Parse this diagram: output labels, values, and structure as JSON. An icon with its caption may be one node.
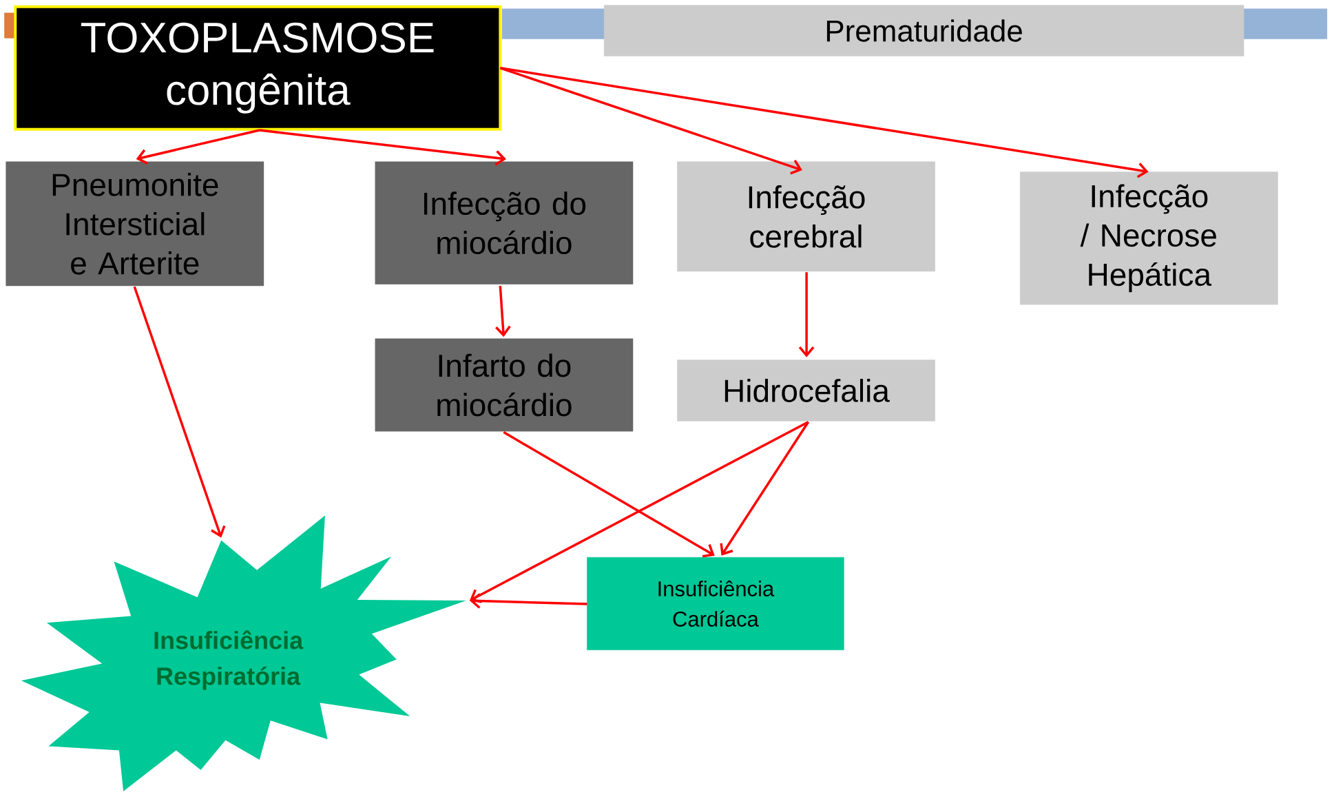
{
  "diagram": {
    "nodes": [
      {
        "text": [
          "TOXOPLASMOSE congênita"
        ]
      },
      {
        "text": [
          "Prematuridade"
        ]
      },
      {
        "text": [
          "Pneumonite Intersticial e Arterite"
        ]
      },
      {
        "text": [
          "Infecção do miocárdio"
        ]
      },
      {
        "text": [
          "Infecção cerebral"
        ]
      },
      {
        "text": [
          "Infecção / Necrose Hepática"
        ]
      },
      {
        "text": [
          "Infarto do miocárdio"
        ]
      },
      {
        "text": [
          "Hidrocefalia"
        ]
      },
      {
        "text": [
          "Insuficiência Respiratória"
        ]
      },
      {
        "text": [
          "Insuficiência Cardíaca"
        ]
      }
    ],
    "edges": [
      {
        "from": 0,
        "to": 2,
        "arrow": "to"
      },
      {
        "from": 0,
        "to": 3,
        "arrow": "to"
      },
      {
        "from": 0,
        "to": 4,
        "arrow": "to"
      },
      {
        "from": 0,
        "to": 5,
        "arrow": "to"
      },
      {
        "from": 3,
        "to": 6,
        "arrow": "to"
      },
      {
        "from": 4,
        "to": 7,
        "arrow": "to"
      },
      {
        "from": 2,
        "to": 8,
        "arrow": "to"
      },
      {
        "from": 6,
        "to": 9,
        "arrow": "to"
      },
      {
        "from": 7,
        "to": 9,
        "arrow": "to"
      },
      {
        "from": 7,
        "to": 8,
        "arrow": "to"
      },
      {
        "from": 9,
        "to": 8,
        "arrow": "to"
      }
    ]
  }
}
